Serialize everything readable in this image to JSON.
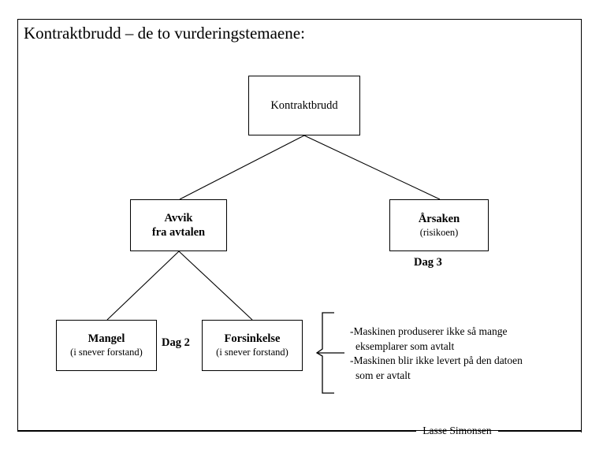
{
  "slide": {
    "title": "Kontraktbrudd – de to vurderingstemaene:",
    "footer_author": "Lasse Simonsen"
  },
  "diagram": {
    "nodes": [
      {
        "id": "kontraktbrudd",
        "main": "Kontraktbrudd",
        "sub": ""
      },
      {
        "id": "avvik",
        "main": "Avvik",
        "sub": "fra avtalen"
      },
      {
        "id": "arsaken",
        "main": "Årsaken",
        "sub": "(risikoen)"
      },
      {
        "id": "mangel",
        "main": "Mangel",
        "sub": "(i snever forstand)"
      },
      {
        "id": "forsinkelse",
        "main": "Forsinkelse",
        "sub": "(i snever forstand)"
      }
    ],
    "labels": {
      "dag3": "Dag 3",
      "dag2": "Dag 2"
    },
    "examples": [
      {
        "line1": "-Maskinen produserer ikke så mange",
        "line2": "eksemplarer som avtalt"
      },
      {
        "line1": "-Maskinen blir ikke levert på den datoen",
        "line2": "som er avtalt"
      }
    ]
  },
  "colors": {
    "ink": "#000000",
    "paper": "#ffffff"
  }
}
